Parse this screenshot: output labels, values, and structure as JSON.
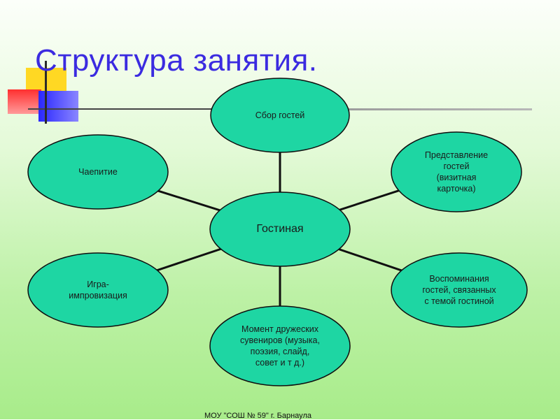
{
  "title": "Структура занятия.",
  "center_node": "Гостиная",
  "nodes": {
    "top": "Сбор гостей",
    "upper_left": "Чаепитие",
    "upper_right": "Представление\nгостей\n(визитная\nкарточка)",
    "lower_left": "Игра-\nимпровизация",
    "lower_right": "Воспоминания\nгостей, связанных\nс темой гостиной",
    "bottom": "Момент дружеских\nсувениров (музыка,\nпоэзия, слайд,\nсовет и т д.)"
  },
  "footer": "МОУ \"СОШ № 59\" г. Барнаула",
  "colors": {
    "node_fill": "#1ed6a3",
    "node_stroke": "#0f0f0f",
    "title": "#3b2be0",
    "connector": "#101010"
  }
}
